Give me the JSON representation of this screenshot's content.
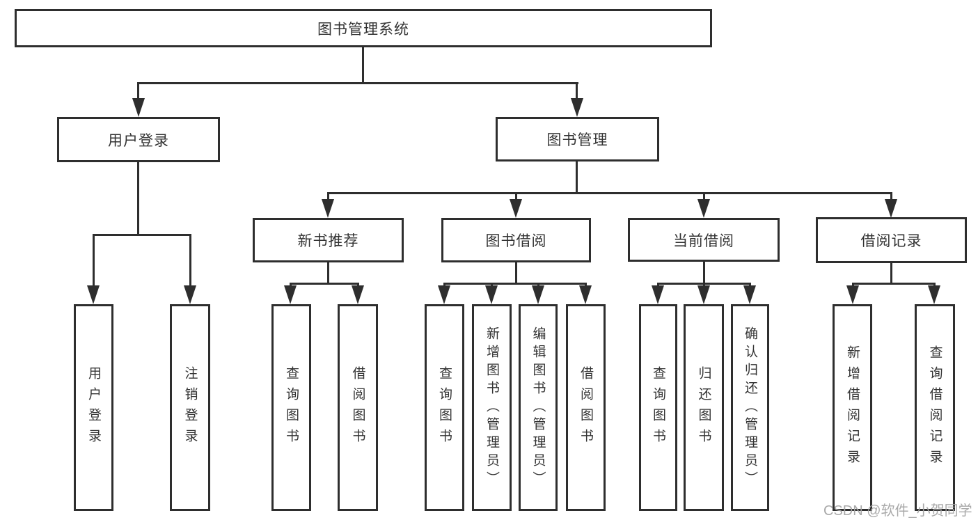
{
  "diagram": {
    "type": "hierarchy-tree",
    "colors": {
      "line": "#2e2e2e",
      "box_border": "#2e2e2e",
      "text": "#333333",
      "background": "#ffffff",
      "watermark": "#a4a4a4"
    },
    "nodes": {
      "root": {
        "label": "图书管理系统"
      },
      "user_login": {
        "label": "用户登录"
      },
      "book_mgmt": {
        "label": "图书管理"
      },
      "new_book": {
        "label": "新书推荐"
      },
      "book_borrow": {
        "label": "图书借阅"
      },
      "current_borrow": {
        "label": "当前借阅"
      },
      "borrow_record": {
        "label": "借阅记录"
      },
      "leaf_user_login": {
        "label": "用户登录"
      },
      "leaf_logout": {
        "label": "注销登录"
      },
      "leaf_query_book_a": {
        "label": "查询图书"
      },
      "leaf_borrow_book_a": {
        "label": "借阅图书"
      },
      "leaf_query_book_b": {
        "label": "查询图书"
      },
      "leaf_add_book": {
        "label": "新增图书（管理员）"
      },
      "leaf_edit_book": {
        "label": "编辑图书（管理员）"
      },
      "leaf_borrow_book_b": {
        "label": "借阅图书"
      },
      "leaf_query_book_c": {
        "label": "查询图书"
      },
      "leaf_return_book": {
        "label": "归还图书"
      },
      "leaf_confirm_return": {
        "label": "确认归还（管理员）"
      },
      "leaf_add_record": {
        "label": "新增借阅记录"
      },
      "leaf_query_record": {
        "label": "查询借阅记录"
      }
    },
    "tree": {
      "图书管理系统": {
        "用户登录": [
          "用户登录",
          "注销登录"
        ],
        "图书管理": {
          "新书推荐": [
            "查询图书",
            "借阅图书"
          ],
          "图书借阅": [
            "查询图书",
            "新增图书（管理员）",
            "编辑图书（管理员）",
            "借阅图书"
          ],
          "当前借阅": [
            "查询图书",
            "归还图书",
            "确认归还（管理员）"
          ],
          "借阅记录": [
            "新增借阅记录",
            "查询借阅记录"
          ]
        }
      }
    },
    "watermark": "CSDN @软件_小贺同学"
  }
}
